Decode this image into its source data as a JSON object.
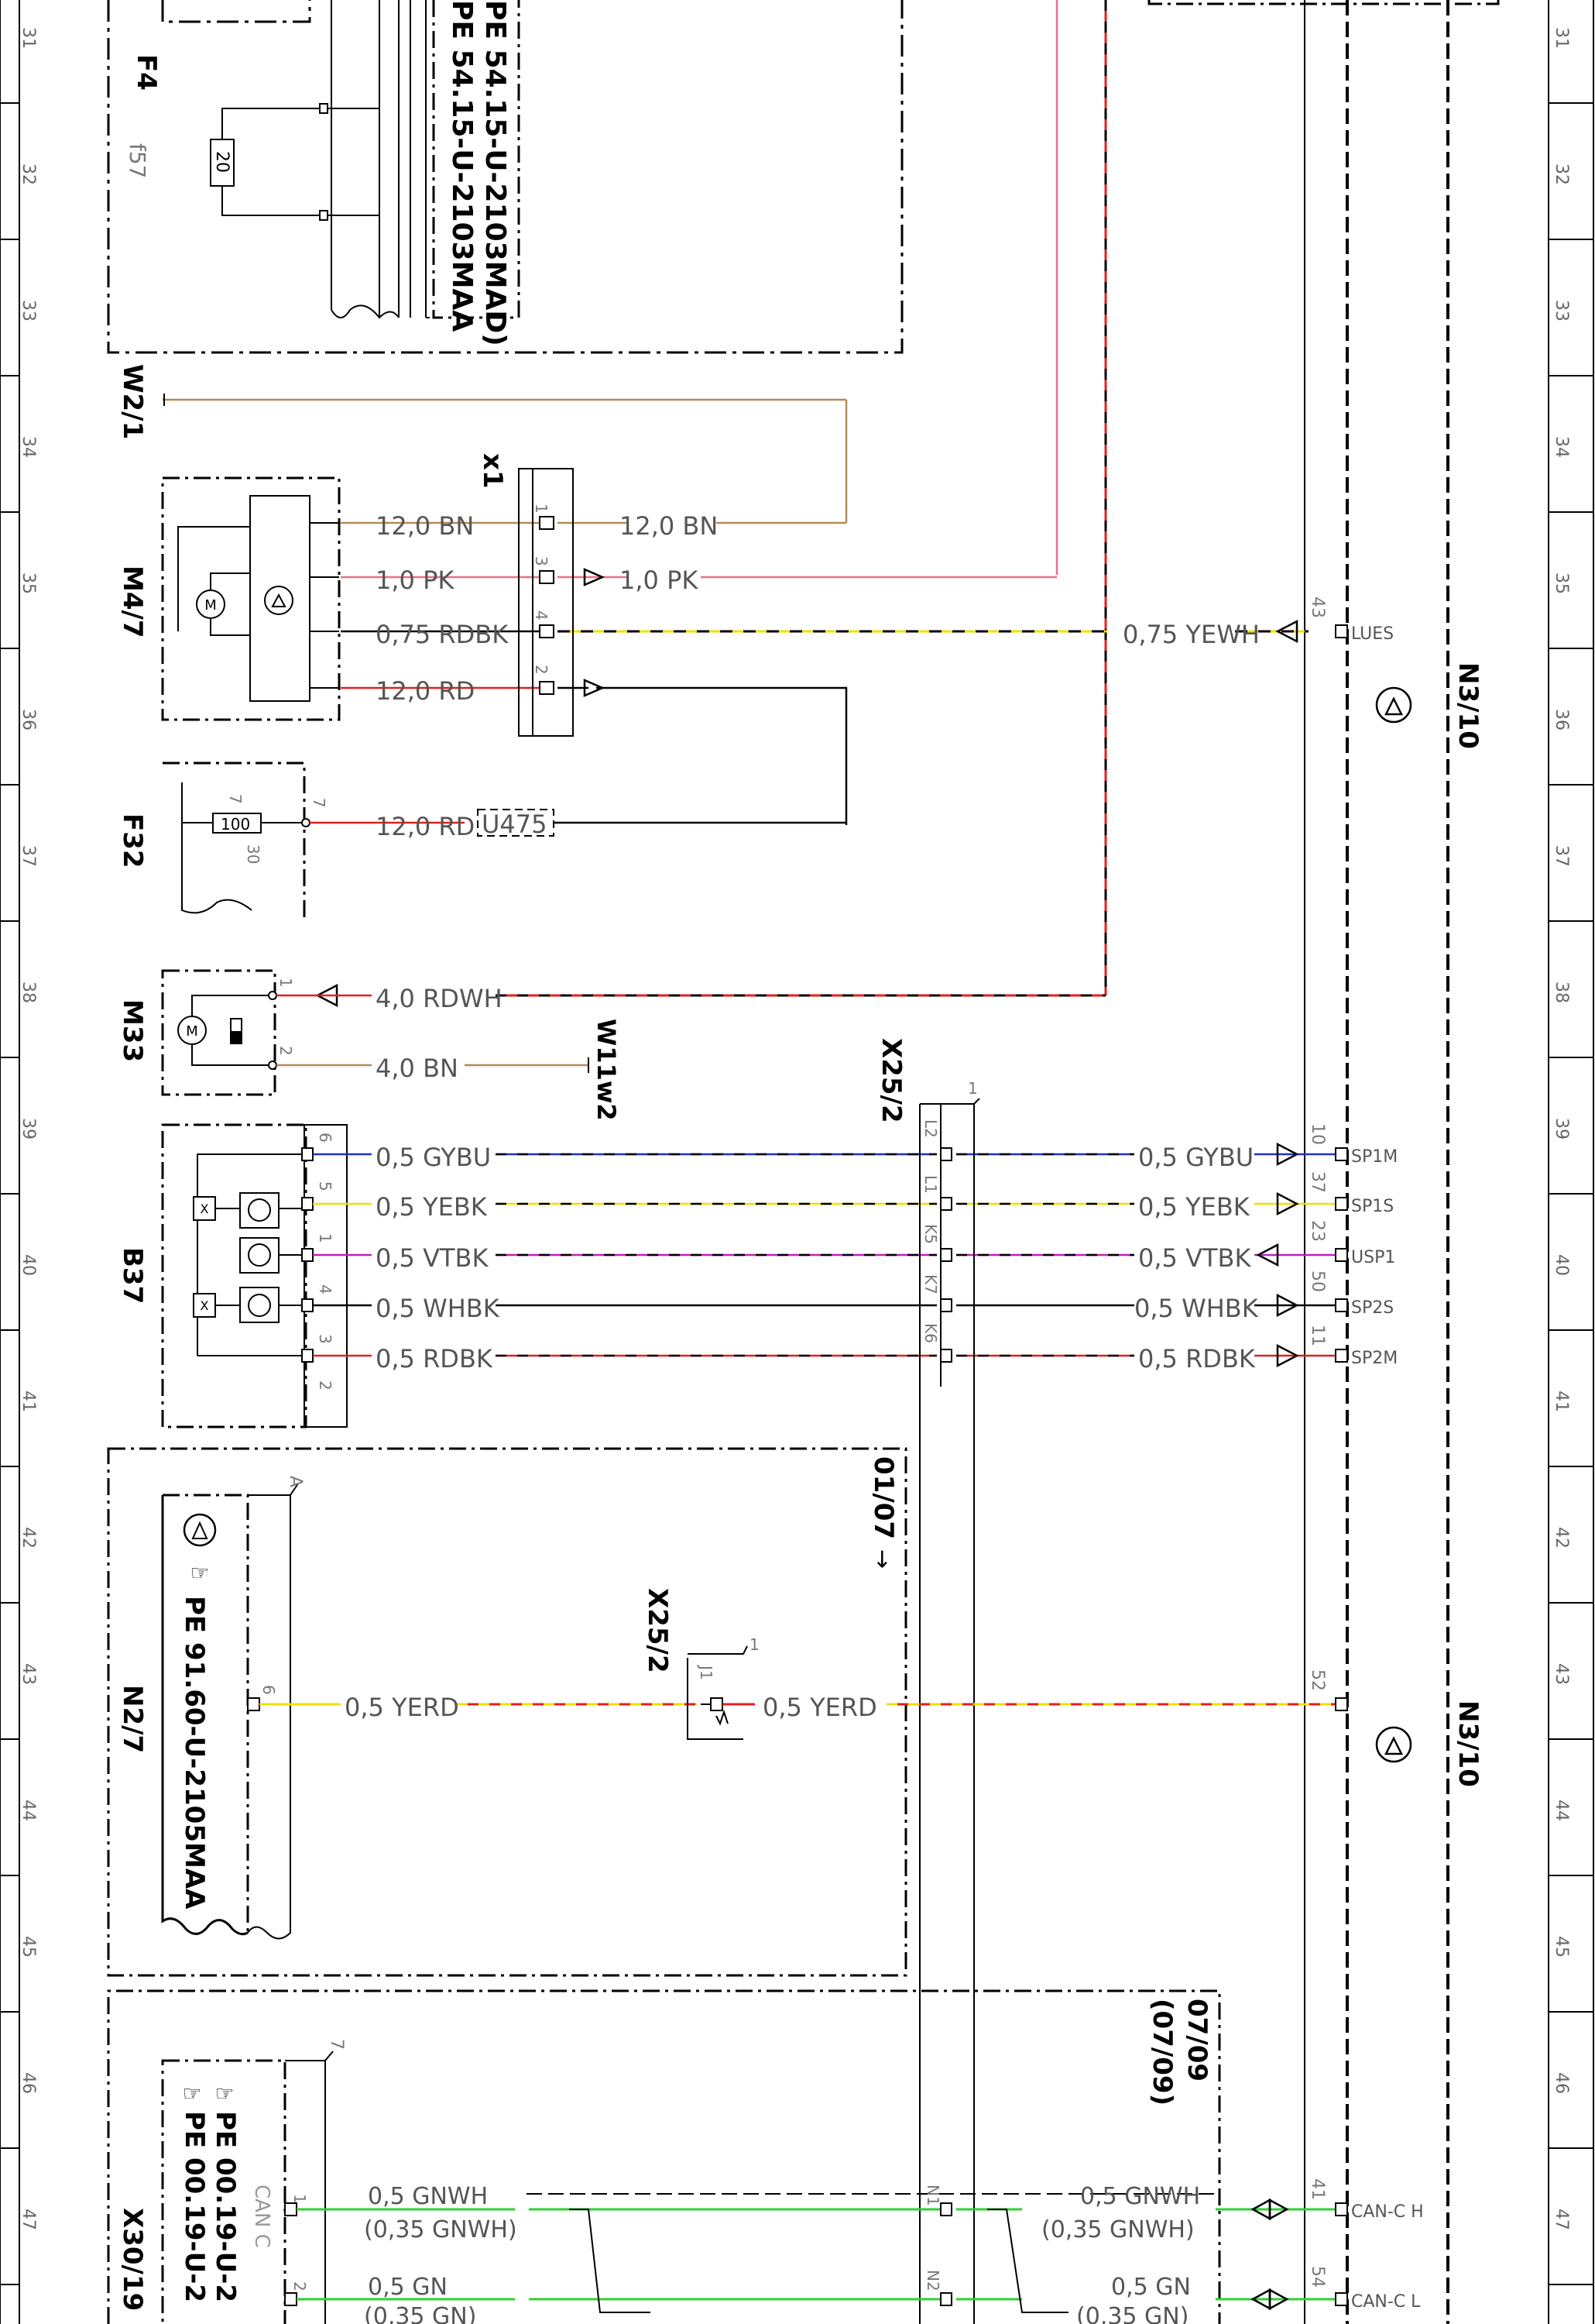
{
  "ruler_numbers": [
    "31",
    "32",
    "33",
    "34",
    "35",
    "36",
    "37",
    "38",
    "39",
    "40",
    "41",
    "42",
    "43",
    "44",
    "45",
    "46",
    "47"
  ],
  "components": {
    "f4": {
      "label": "F4",
      "sub": "f57",
      "resistor": "20",
      "pe_line1": "PE 54.15-U-2103MAA",
      "pe_line2": "PE 54.15-U-2103MAD)"
    },
    "w2_1": "W2/1",
    "m4_7": "M4/7",
    "x1": "x1",
    "f32": {
      "label": "F32",
      "fuse": "100",
      "pin7a": "7",
      "pin7b": "7",
      "pin30": "30"
    },
    "u475": "U475",
    "m33": "M33",
    "w11w2": "W11w2",
    "b37": "B37",
    "x25_2_top": "X25/2",
    "x25_2_mid": "X25/2",
    "n2_7": {
      "label": "N2/7",
      "pe": "PE 91.60-U-2105MAA",
      "pin_a": "A",
      "pin6": "6"
    },
    "version_0107": "01/07",
    "version_0709_a": "07/09",
    "version_0709_b": "(07/09)",
    "n3_10_top": "N3/10",
    "n3_10_bottom": "N3/10",
    "x30_19": {
      "label": "X30/19",
      "pe1": "PE 00.19-U-2",
      "pe2": "PE 00.19-U-2",
      "can_c": "CAN C",
      "pin7": "7"
    }
  },
  "x1_pins": [
    "1",
    "3",
    "4",
    "2"
  ],
  "x25_top_pin": "1",
  "x25_pins": [
    "L2",
    "L1",
    "K5",
    "K7",
    "K6"
  ],
  "b37_pins": [
    "6",
    "5",
    "1",
    "4",
    "3",
    "2"
  ],
  "m33_pins": [
    "1",
    "2"
  ],
  "n3_pins": [
    "43",
    "10",
    "37",
    "23",
    "50",
    "11",
    "52",
    "41",
    "54"
  ],
  "n3_signals": [
    "LUES",
    "SP1M",
    "SP1S",
    "USP1",
    "SP2S",
    "SP2M",
    "CAN-C H",
    "CAN-C L"
  ],
  "wires_left": {
    "m4_bn": "12,0 BN",
    "m4_pk": "1,0 PK",
    "m4_rdbk": "0,75 RDBK",
    "m4_rd": "12,0 RD",
    "x1_bn": "12,0 BN",
    "x1_pk": "1,0 PK",
    "f32_rd": "12,0 RD",
    "m33_rdwh": "4,0 RDWH",
    "m33_bn": "4,0 BN",
    "b37_gybu": "0,5 GYBU",
    "b37_yebk": "0,5 YEBK",
    "b37_vtbk": "0,5 VTBK",
    "b37_whbk": "0,5 WHBK",
    "b37_rdbk": "0,5 RDBK",
    "n2_yerd": "0,5 YERD",
    "can_gnwh": "0,5 GNWH",
    "can_gnwh_alt": "(0,35 GNWH)",
    "can_gn": "0,5 GN",
    "can_gn_alt": "(0,35 GN)"
  },
  "wires_right": {
    "yewh": "0,75 YEWH",
    "gybu": "0,5 GYBU",
    "yebk": "0,5 YEBK",
    "vtbk": "0,5 VTBK",
    "whbk": "0,5 WHBK",
    "rdbk": "0,5 RDBK",
    "yerd": "0,5 YERD",
    "gnwh": "0,5 GNWH",
    "gnwh_alt": "(0,35 GNWH)",
    "gn": "0,5 GN",
    "gn_alt": "(0,35 GN)"
  },
  "x25_mid_pin": "J1",
  "x25_mid_pin_top": "1",
  "can_pins_left": [
    "1",
    "2"
  ],
  "can_pins_x25": [
    "N1",
    "N2"
  ],
  "colors": {
    "brown": "#b48a5a",
    "pink": "#e8708a",
    "red": "#e02020",
    "yellow": "#f0e000",
    "blue": "#2030c0",
    "violet": "#c020c0",
    "green": "#30d030",
    "black": "#000000",
    "gray": "#777777"
  }
}
